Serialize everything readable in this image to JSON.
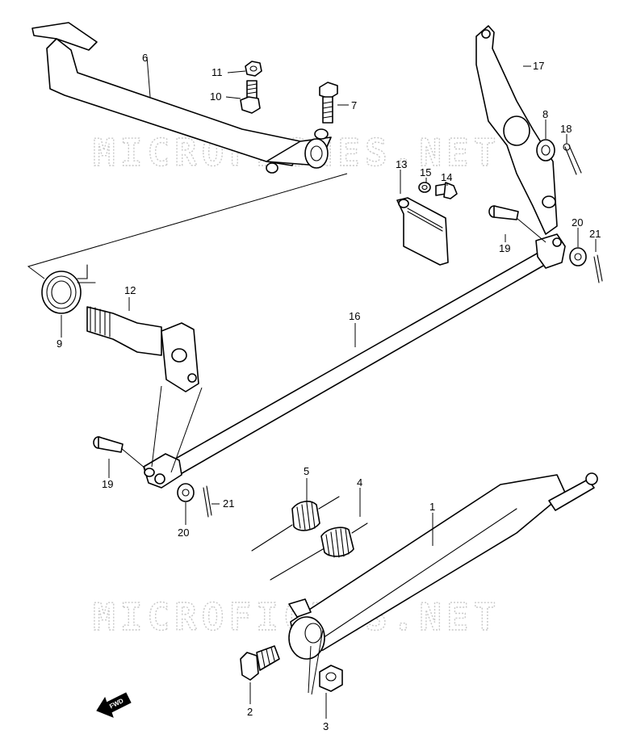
{
  "watermark": {
    "text": "MICROFICHES.NET"
  },
  "direction_marker": {
    "label": "FWD"
  },
  "callouts": [
    {
      "id": "callout-1",
      "label": "1"
    },
    {
      "id": "callout-2",
      "label": "2"
    },
    {
      "id": "callout-3",
      "label": "3"
    },
    {
      "id": "callout-4",
      "label": "4"
    },
    {
      "id": "callout-5",
      "label": "5"
    },
    {
      "id": "callout-6",
      "label": "6"
    },
    {
      "id": "callout-7",
      "label": "7"
    },
    {
      "id": "callout-8",
      "label": "8"
    },
    {
      "id": "callout-9",
      "label": "9"
    },
    {
      "id": "callout-10",
      "label": "10"
    },
    {
      "id": "callout-11",
      "label": "11"
    },
    {
      "id": "callout-12",
      "label": "12"
    },
    {
      "id": "callout-13",
      "label": "13"
    },
    {
      "id": "callout-14",
      "label": "14"
    },
    {
      "id": "callout-15",
      "label": "15"
    },
    {
      "id": "callout-16",
      "label": "16"
    },
    {
      "id": "callout-17",
      "label": "17"
    },
    {
      "id": "callout-18",
      "label": "18"
    },
    {
      "id": "callout-19a",
      "label": "19"
    },
    {
      "id": "callout-19b",
      "label": "19"
    },
    {
      "id": "callout-20a",
      "label": "20"
    },
    {
      "id": "callout-20b",
      "label": "20"
    },
    {
      "id": "callout-21a",
      "label": "21"
    },
    {
      "id": "callout-21b",
      "label": "21"
    }
  ]
}
